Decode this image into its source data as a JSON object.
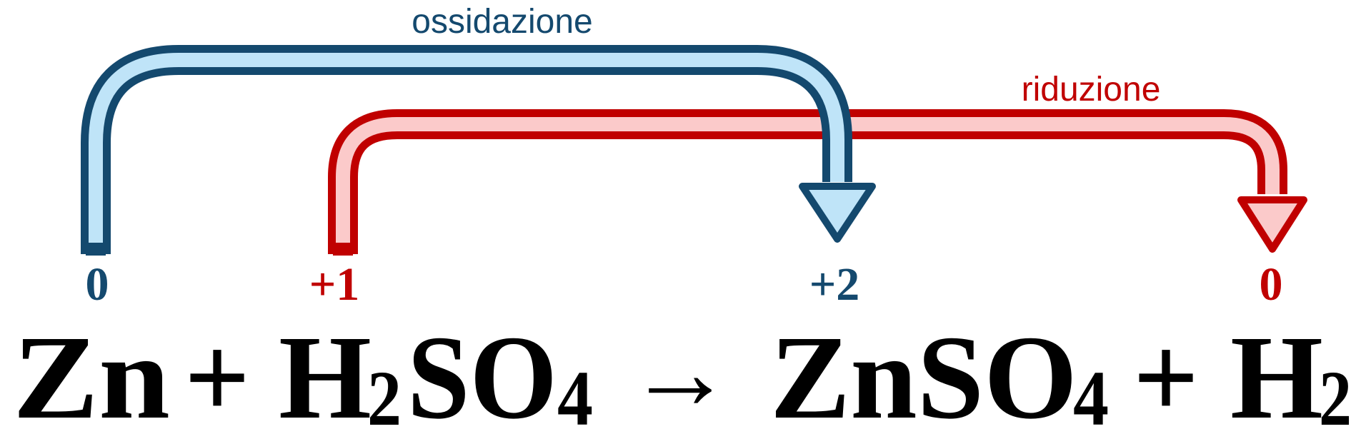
{
  "labels": {
    "oxidation": "ossidazione",
    "reduction": "riduzione"
  },
  "oxidation_states": {
    "zn_reactant": "0",
    "h_reactant": "+1",
    "zn_product": "+2",
    "h_product": "0"
  },
  "equation": {
    "zn": "Zn",
    "plus1": "+",
    "h": "H",
    "sub2a": "2",
    "so": "SO",
    "sub4a": "4",
    "arrow": "→",
    "znso": "ZnSO",
    "sub4b": "4",
    "plus2": "+",
    "h2": "H",
    "sub2b": "2"
  },
  "colors": {
    "oxidation_stroke": "#14496e",
    "oxidation_fill": "#bfe4f8",
    "reduction_stroke": "#c00000",
    "reduction_fill": "#fbcaca",
    "text": "#000000"
  }
}
